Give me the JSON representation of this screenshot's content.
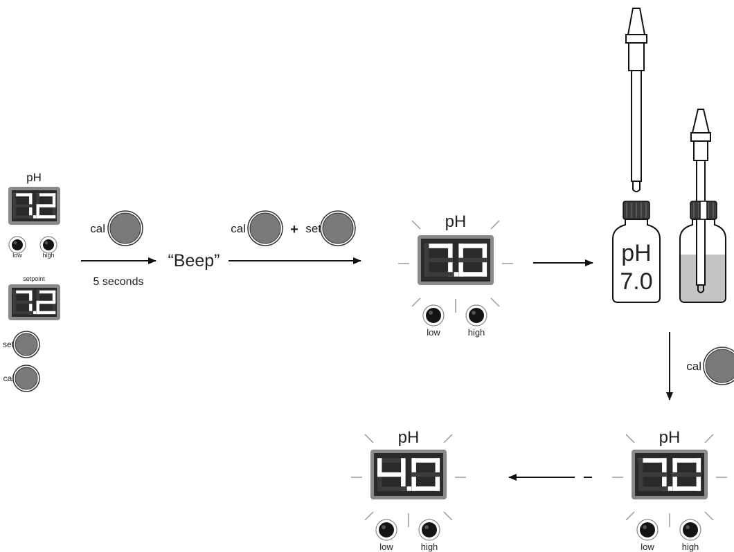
{
  "panel": {
    "ph_label": "pH",
    "ph_reading": "7.2",
    "low_label": "low",
    "high_label": "high",
    "setpoint_label": "setpoint",
    "setpoint_reading": "7.2",
    "set_label": "set",
    "cal_label": "cal"
  },
  "step1": {
    "button_label": "cal",
    "duration": "5 seconds",
    "beep": "“Beep”"
  },
  "step2": {
    "cal_label": "cal",
    "plus": "+",
    "set_label": "set"
  },
  "display_a": {
    "ph_label": "pH",
    "reading": "7.0",
    "low_label": "low",
    "high_label": "high"
  },
  "solution": {
    "ph_label": "pH",
    "value": "7.0"
  },
  "step3": {
    "button_label": "cal"
  },
  "display_b": {
    "ph_label": "pH",
    "reading": "7.0",
    "low_label": "low",
    "high_label": "high"
  },
  "display_c": {
    "ph_label": "pH",
    "reading": "4.0",
    "low_label": "low",
    "high_label": "high"
  },
  "colors": {
    "button_gray": "#7a7a7a",
    "display_bg": "#2a2a2a",
    "bezel": "#8a8a8a",
    "led": "#141414",
    "liquid": "#c4c4c4"
  }
}
